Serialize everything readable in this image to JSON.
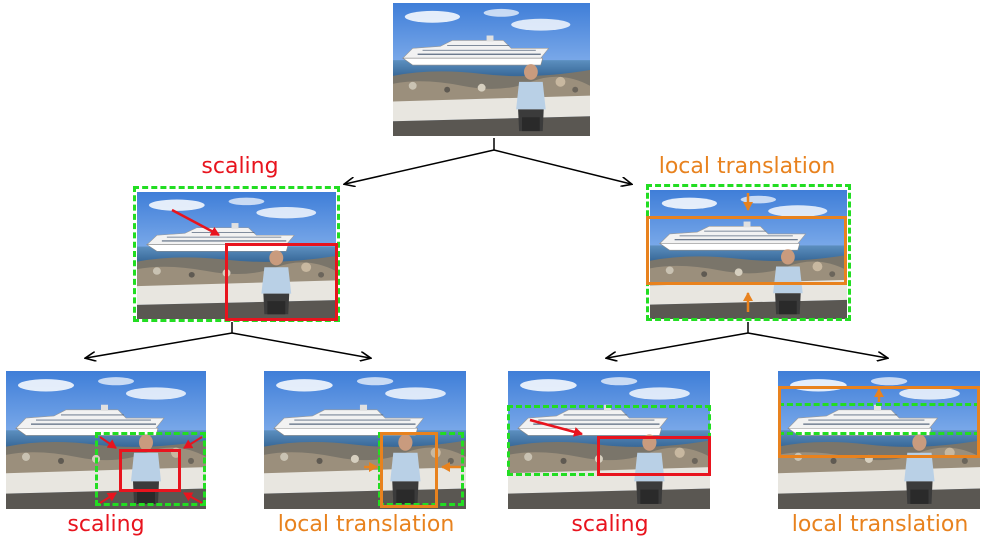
{
  "colors": {
    "scaling": "#e8141e",
    "local_translation": "#e8821e",
    "viewport_dash": "#22dd22",
    "tree_edge": "#000000"
  },
  "labels": {
    "level1_left": "scaling",
    "level1_right": "local translation",
    "level2_1": "scaling",
    "level2_2": "local translation",
    "level2_3": "scaling",
    "level2_4": "local translation"
  },
  "icons": {
    "photo": "cruise-ship-photo-image"
  }
}
